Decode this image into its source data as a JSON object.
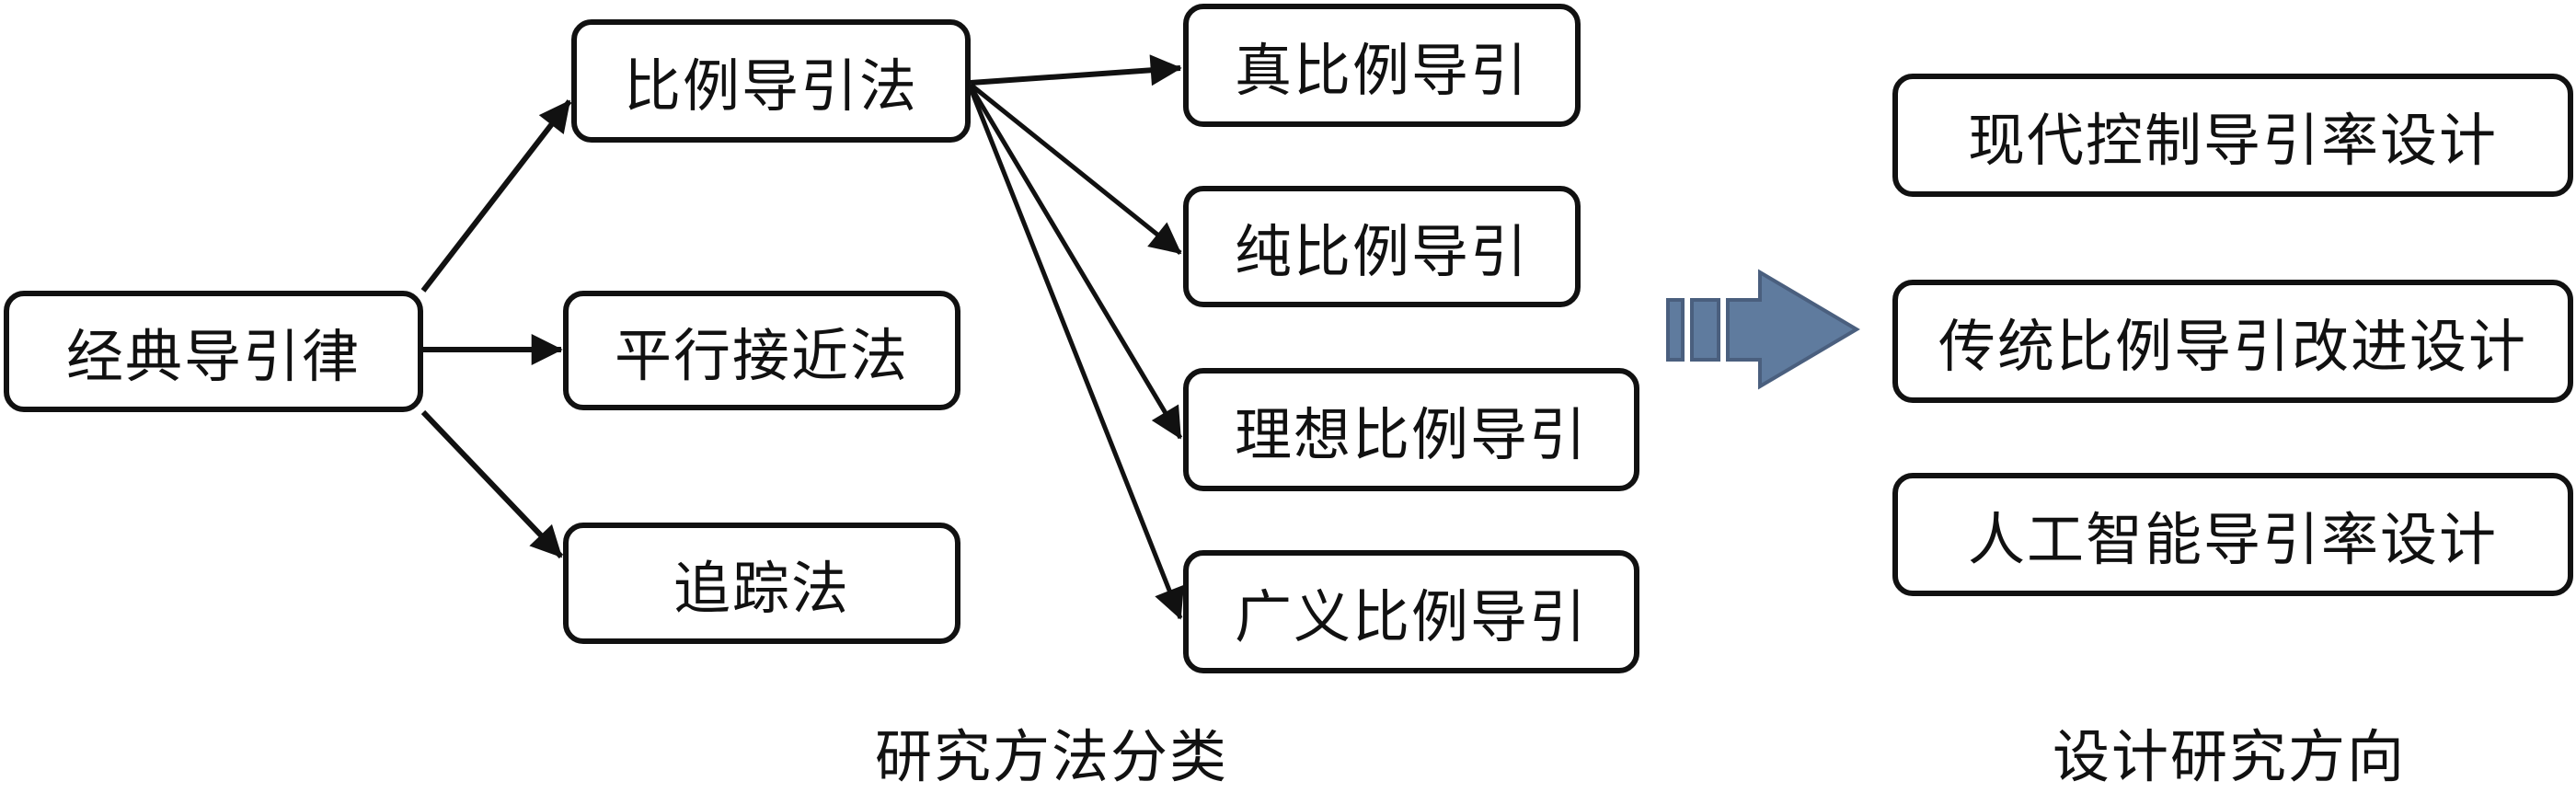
{
  "nodes": {
    "root": "经典导引律",
    "proportional": "比例导引法",
    "parallel": "平行接近法",
    "pursuit": "追踪法",
    "true_pn": "真比例导引",
    "pure_pn": "纯比例导引",
    "ideal_pn": "理想比例导引",
    "generalized_pn": "广义比例导引",
    "modern_control": "现代控制导引率设计",
    "traditional_improved": "传统比例导引改进设计",
    "ai_design": "人工智能导引率设计"
  },
  "captions": {
    "left": "研究方法分类",
    "right": "设计研究方向"
  },
  "colors": {
    "line": "#111111",
    "big_arrow_fill": "#5f7b9e",
    "big_arrow_stroke": "#4a5f7e"
  }
}
